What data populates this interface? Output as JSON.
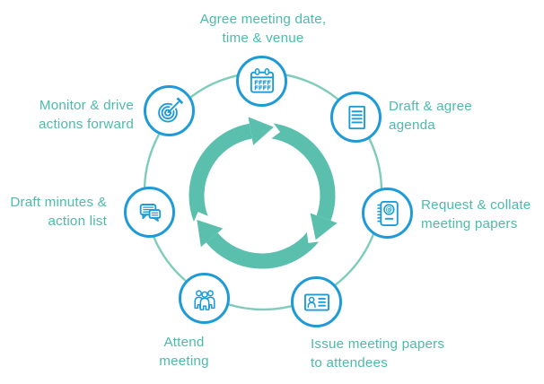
{
  "colors": {
    "background": "#ffffff",
    "blue": "#1e9bd7",
    "teal": "#5bbfad",
    "teal_light": "#7fccba",
    "teal_text": "#4dbbaa"
  },
  "diagram": {
    "name": "Meeting cycle process diagram",
    "type": "circular-process",
    "direction": "clockwise",
    "center": {
      "icon": "cycle-arrows-icon",
      "arrow_count": 3
    },
    "steps": [
      {
        "id": "agree-date",
        "position": "top",
        "icon": "calendar-icon",
        "label_line1": "Agree meeting date,",
        "label_line2": "time & venue"
      },
      {
        "id": "draft-agenda",
        "position": "upper-right",
        "icon": "agenda-document-icon",
        "label_line1": "Draft & agree",
        "label_line2": "agenda"
      },
      {
        "id": "request-papers",
        "position": "right",
        "icon": "notebook-at-icon",
        "label_line1": "Request & collate",
        "label_line2": "meeting papers"
      },
      {
        "id": "issue-papers",
        "position": "lower-right",
        "icon": "id-card-icon",
        "label_line1": "Issue meeting papers",
        "label_line2": "to attendees"
      },
      {
        "id": "attend-meeting",
        "position": "bottom",
        "icon": "people-group-icon",
        "label_line1": "Attend",
        "label_line2": "meeting"
      },
      {
        "id": "draft-minutes",
        "position": "left",
        "icon": "speech-bubbles-icon",
        "label_line1": "Draft minutes &",
        "label_line2": "action list"
      },
      {
        "id": "monitor-actions",
        "position": "upper-left",
        "icon": "target-dart-icon",
        "label_line1": "Monitor & drive",
        "label_line2": "actions forward"
      }
    ]
  },
  "glyphs": {
    "at_sign": "@"
  }
}
